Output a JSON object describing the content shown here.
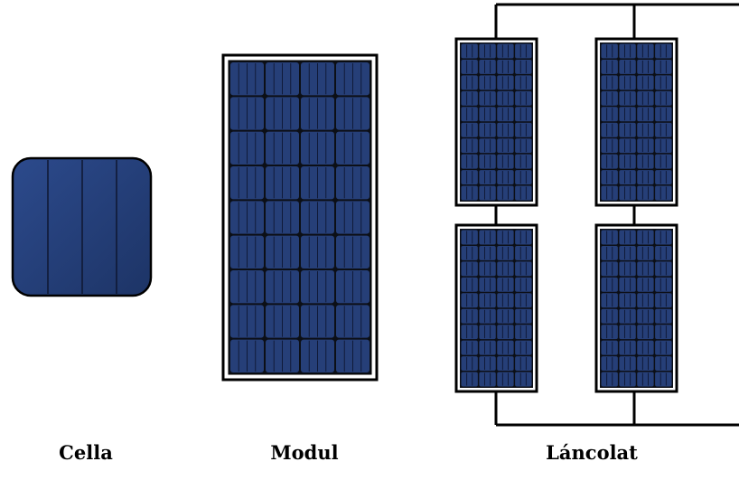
{
  "labels": {
    "cell": "Cella",
    "module": "Modul",
    "string": "Láncolat"
  },
  "colors": {
    "cell_fill": "#263f78",
    "cell_line": "#101a38",
    "wire": "#000000",
    "frame": "#000000",
    "background": "#ffffff"
  },
  "module": {
    "rows": 9,
    "cols": 4
  },
  "string_module": {
    "rows": 10,
    "cols": 4
  },
  "string": {
    "rows": 2,
    "cols": 2
  }
}
